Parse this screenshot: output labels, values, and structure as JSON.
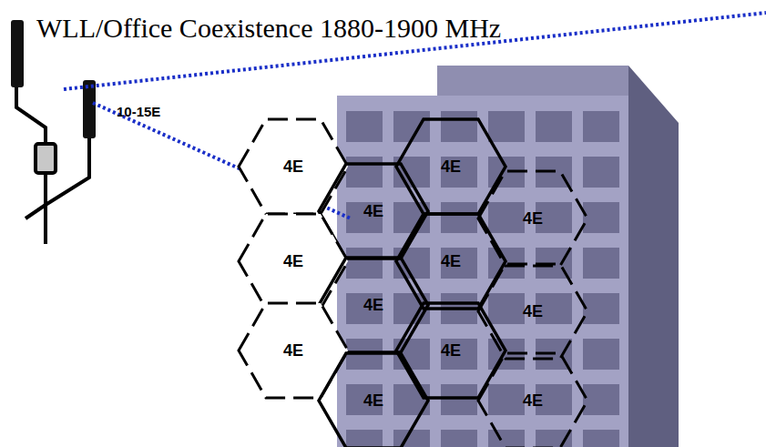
{
  "diagram": {
    "title": "WLL/Office Coexistence 1880-1900 MHz",
    "nodes": [
      {
        "text": [
          "4E"
        ]
      },
      {
        "text": [
          "4E"
        ]
      },
      {
        "text": [
          "4E"
        ]
      },
      {
        "text": [
          "4E"
        ]
      },
      {
        "text": [
          "4E"
        ]
      },
      {
        "text": [
          "4E"
        ]
      },
      {
        "text": [
          "4E"
        ]
      },
      {
        "text": [
          "4E"
        ]
      },
      {
        "text": [
          "4E"
        ]
      },
      {
        "text": [
          "4E"
        ]
      },
      {
        "text": [
          "4E"
        ]
      },
      {
        "text": [
          "4E"
        ]
      }
    ],
    "labels": [
      "10-15E"
    ]
  }
}
